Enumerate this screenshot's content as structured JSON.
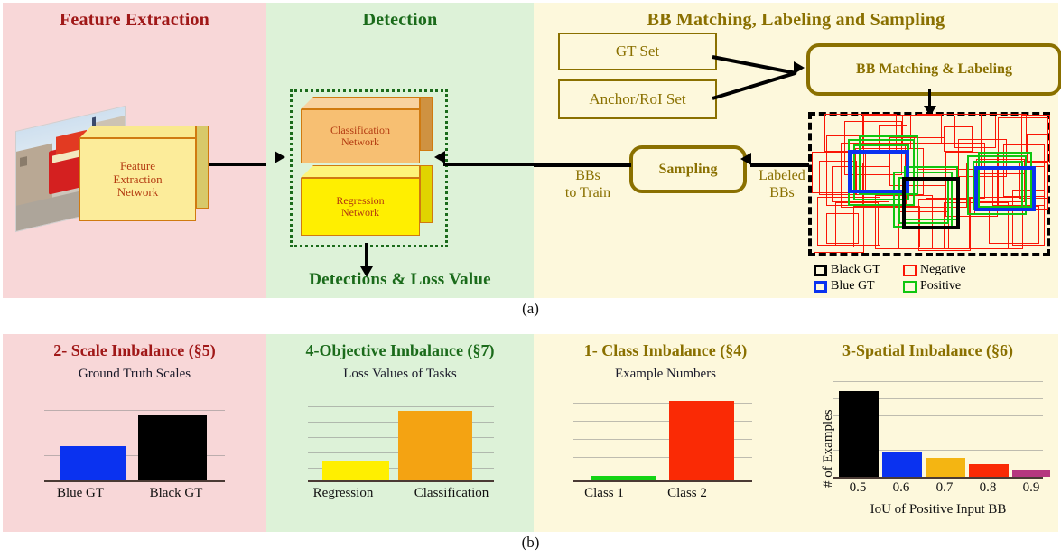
{
  "figure": {
    "label_a": "(a)",
    "label_b": "(b)"
  },
  "panel_a": {
    "columns": [
      {
        "title": "Feature Extraction",
        "color": "#a01818",
        "bg": "#f8d7d8"
      },
      {
        "title": "Detection",
        "color": "#1b6b1b",
        "bg": "#ddf2d8"
      },
      {
        "title": "BB Matching, Labeling and Sampling",
        "color": "#8a7000",
        "bg": "#fdf8dc"
      }
    ],
    "feature_extraction": {
      "box_label": "Feature\nExtraction\nNetwork",
      "box_line1": "Feature",
      "box_line2": "Extraction",
      "box_line3": "Network",
      "input_image": "street-scene-photo"
    },
    "detection": {
      "classification_line1": "Classification",
      "classification_line2": "Network",
      "regression_line1": "Regression",
      "regression_line2": "Network",
      "output_label": "Detections & Loss Value"
    },
    "matching": {
      "gt_set": "GT Set",
      "anchor_set": "Anchor/RoI Set",
      "matching_box": "BB Matching & Labeling",
      "sampling_box": "Sampling",
      "bbs_to_train_line1": "BBs",
      "bbs_to_train_line2": "to Train",
      "labeled_bbs_line1": "Labeled",
      "labeled_bbs_line2": "BBs",
      "legend": [
        {
          "label": "Black GT",
          "color": "#000000"
        },
        {
          "label": "Negative",
          "color": "#fa1505"
        },
        {
          "label": "Blue GT",
          "color": "#0a32f0"
        },
        {
          "label": "Positive",
          "color": "#10c610"
        }
      ]
    }
  },
  "panel_b": {
    "columns": [
      {
        "title": "2- Scale Imbalance (§5)",
        "color": "#a01818",
        "bg": "#f8d7d8"
      },
      {
        "title": "4-Objective Imbalance (§7)",
        "color": "#1b6b1b",
        "bg": "#ddf2d8"
      },
      {
        "title": "1- Class Imbalance (§4)",
        "color": "#8a7000",
        "bg": "#fdf8dc"
      },
      {
        "title": "3-Spatial Imbalance (§6)",
        "color": "#8a7000",
        "bg": "#fdf8dc"
      }
    ]
  },
  "chart_data": [
    {
      "type": "bar",
      "title": "Ground Truth Scales",
      "categories": [
        "Blue GT",
        "Black GT"
      ],
      "values": [
        38,
        72
      ],
      "colors": [
        "#0a32f0",
        "#000000"
      ],
      "ylim": [
        0,
        100
      ],
      "xlabel": "",
      "ylabel": "",
      "grid": true,
      "gridlines": [
        20,
        40,
        60,
        80
      ]
    },
    {
      "type": "bar",
      "title": "Loss Values of Tasks",
      "categories": [
        "Regression",
        "Classification"
      ],
      "values": [
        22,
        77
      ],
      "colors": [
        "#ffef00",
        "#f4a312"
      ],
      "ylim": [
        0,
        100
      ],
      "xlabel": "",
      "ylabel": "",
      "grid": true,
      "gridlines": [
        16,
        33,
        50,
        67,
        84
      ]
    },
    {
      "type": "bar",
      "title": "Example Numbers",
      "categories": [
        "Class 1",
        "Class 2"
      ],
      "values": [
        4,
        88
      ],
      "colors": [
        "#14d414",
        "#fa2a05"
      ],
      "ylim": [
        0,
        100
      ],
      "xlabel": "",
      "ylabel": "",
      "grid": true,
      "gridlines": [
        20,
        40,
        60,
        80
      ]
    },
    {
      "type": "bar",
      "title": "",
      "categories": [
        "0.5",
        "0.6",
        "0.7",
        "0.8",
        "0.9"
      ],
      "values": [
        88,
        26,
        19,
        13,
        6
      ],
      "colors": [
        "#000000",
        "#0a32f0",
        "#f4b512",
        "#fa2a05",
        "#b5377f"
      ],
      "ylim": [
        0,
        100
      ],
      "xlabel": "IoU of Positive Input BB",
      "ylabel": "# of Examples",
      "grid": true,
      "gridlines": [
        17,
        34,
        50,
        67,
        84
      ]
    }
  ]
}
